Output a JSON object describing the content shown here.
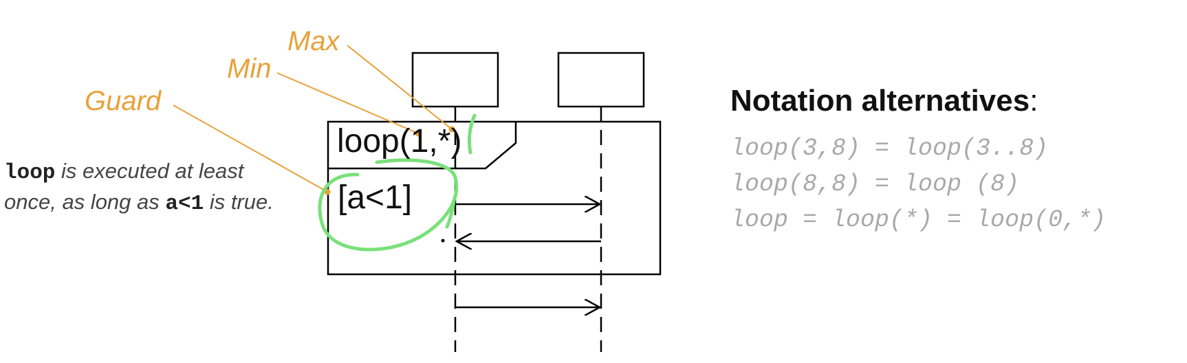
{
  "callouts": {
    "max": "Max",
    "min": "Min",
    "guard": "Guard"
  },
  "frame": {
    "operator": "loop(1,*)",
    "guard": "[a<1]"
  },
  "description": {
    "keyword": "loop",
    "part1": " is executed at least once, as long as ",
    "condition": "a<1",
    "part2": " is true."
  },
  "notation": {
    "title": "Notation alternatives",
    "colon": ":",
    "lines": [
      "loop(3,8) = loop(3..8)",
      "loop(8,8) = loop (8)",
      "loop = loop(*) = loop(0,*)"
    ]
  },
  "colors": {
    "callout": "#e8a13a",
    "highlight": "#7be07b",
    "notation": "#a9a9a9"
  }
}
